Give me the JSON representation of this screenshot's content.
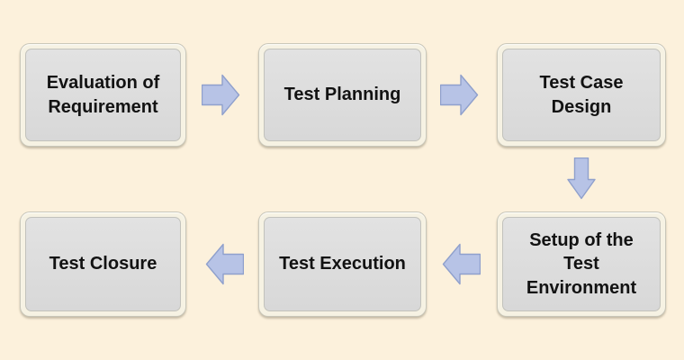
{
  "diagram": {
    "type": "flowchart",
    "nodes": [
      {
        "id": "evaluation-of-requirement",
        "label": "Evaluation of\nRequirement"
      },
      {
        "id": "test-planning",
        "label": "Test Planning"
      },
      {
        "id": "test-case-design",
        "label": "Test Case\nDesign"
      },
      {
        "id": "setup-of-the-test-environment",
        "label": "Setup of the\nTest\nEnvironment"
      },
      {
        "id": "test-execution",
        "label": "Test Execution"
      },
      {
        "id": "test-closure",
        "label": "Test Closure"
      }
    ],
    "edges": [
      {
        "from": "evaluation-of-requirement",
        "to": "test-planning",
        "direction": "right"
      },
      {
        "from": "test-planning",
        "to": "test-case-design",
        "direction": "right"
      },
      {
        "from": "test-case-design",
        "to": "setup-of-the-test-environment",
        "direction": "down"
      },
      {
        "from": "setup-of-the-test-environment",
        "to": "test-execution",
        "direction": "left"
      },
      {
        "from": "test-execution",
        "to": "test-closure",
        "direction": "left"
      }
    ],
    "colors": {
      "background": "#FCF1DC",
      "node_fill": "#DCDCDC",
      "node_rim": "#F6F2E3",
      "arrow_fill": "#B7C3E6",
      "arrow_stroke": "#8FA0CC",
      "text": "#121212"
    }
  }
}
